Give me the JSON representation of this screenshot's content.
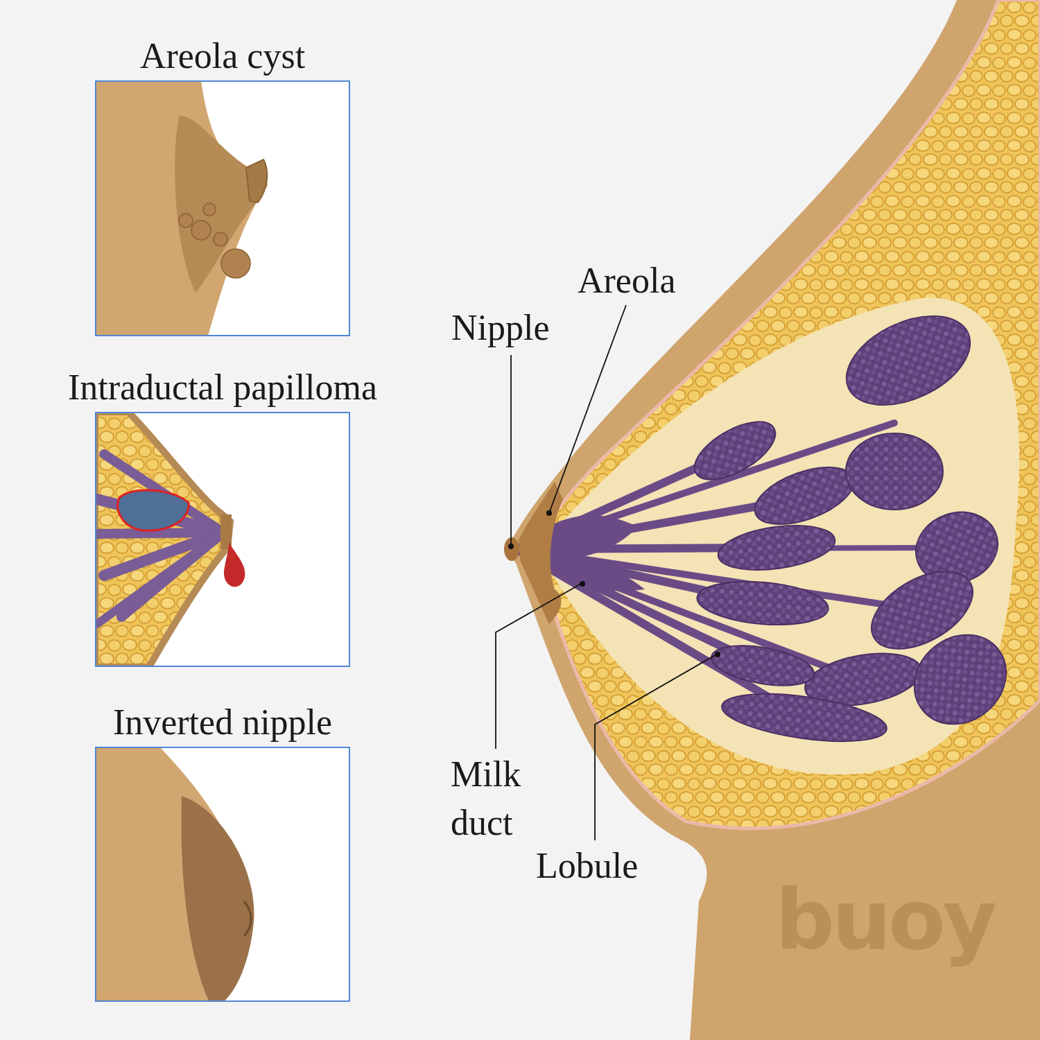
{
  "diagram": {
    "nodes": [
      {
        "text": [
          "Areola cyst"
        ]
      },
      {
        "text": [
          "Intraductal papilloma"
        ]
      },
      {
        "text": [
          "Inverted nipple"
        ]
      }
    ],
    "labels": [
      "Areola",
      "Nipple",
      "Milk duct",
      "Lobule",
      "buoy"
    ]
  }
}
